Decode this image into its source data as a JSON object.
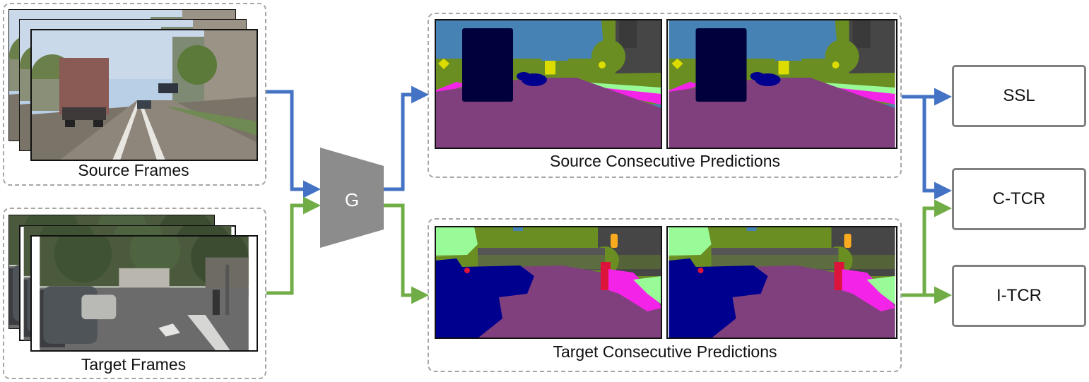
{
  "source_frames": {
    "caption": "Source Frames"
  },
  "target_frames": {
    "caption": "Target Frames"
  },
  "generator": {
    "label": "G"
  },
  "source_predictions": {
    "caption": "Source Consecutive Predictions"
  },
  "target_predictions": {
    "caption": "Target Consecutive Predictions"
  },
  "losses": {
    "ssl": "SSL",
    "ctcr": "C-TCR",
    "itcr": "I-TCR"
  },
  "colors": {
    "source_arrow": "#4472c4",
    "target_arrow": "#70ad47",
    "generator": "#8c8c8c",
    "road": "#80407e",
    "sky": "#4682b4",
    "vegetation": "#6b8e23",
    "car": "#00008e",
    "truck": "#00003c",
    "sidewalk": "#f423e8",
    "building": "#464646",
    "terrain": "#98fb98",
    "person": "#dc143c",
    "traffic_light": "#faaa1e",
    "traffic_sign": "#dcdc00"
  }
}
